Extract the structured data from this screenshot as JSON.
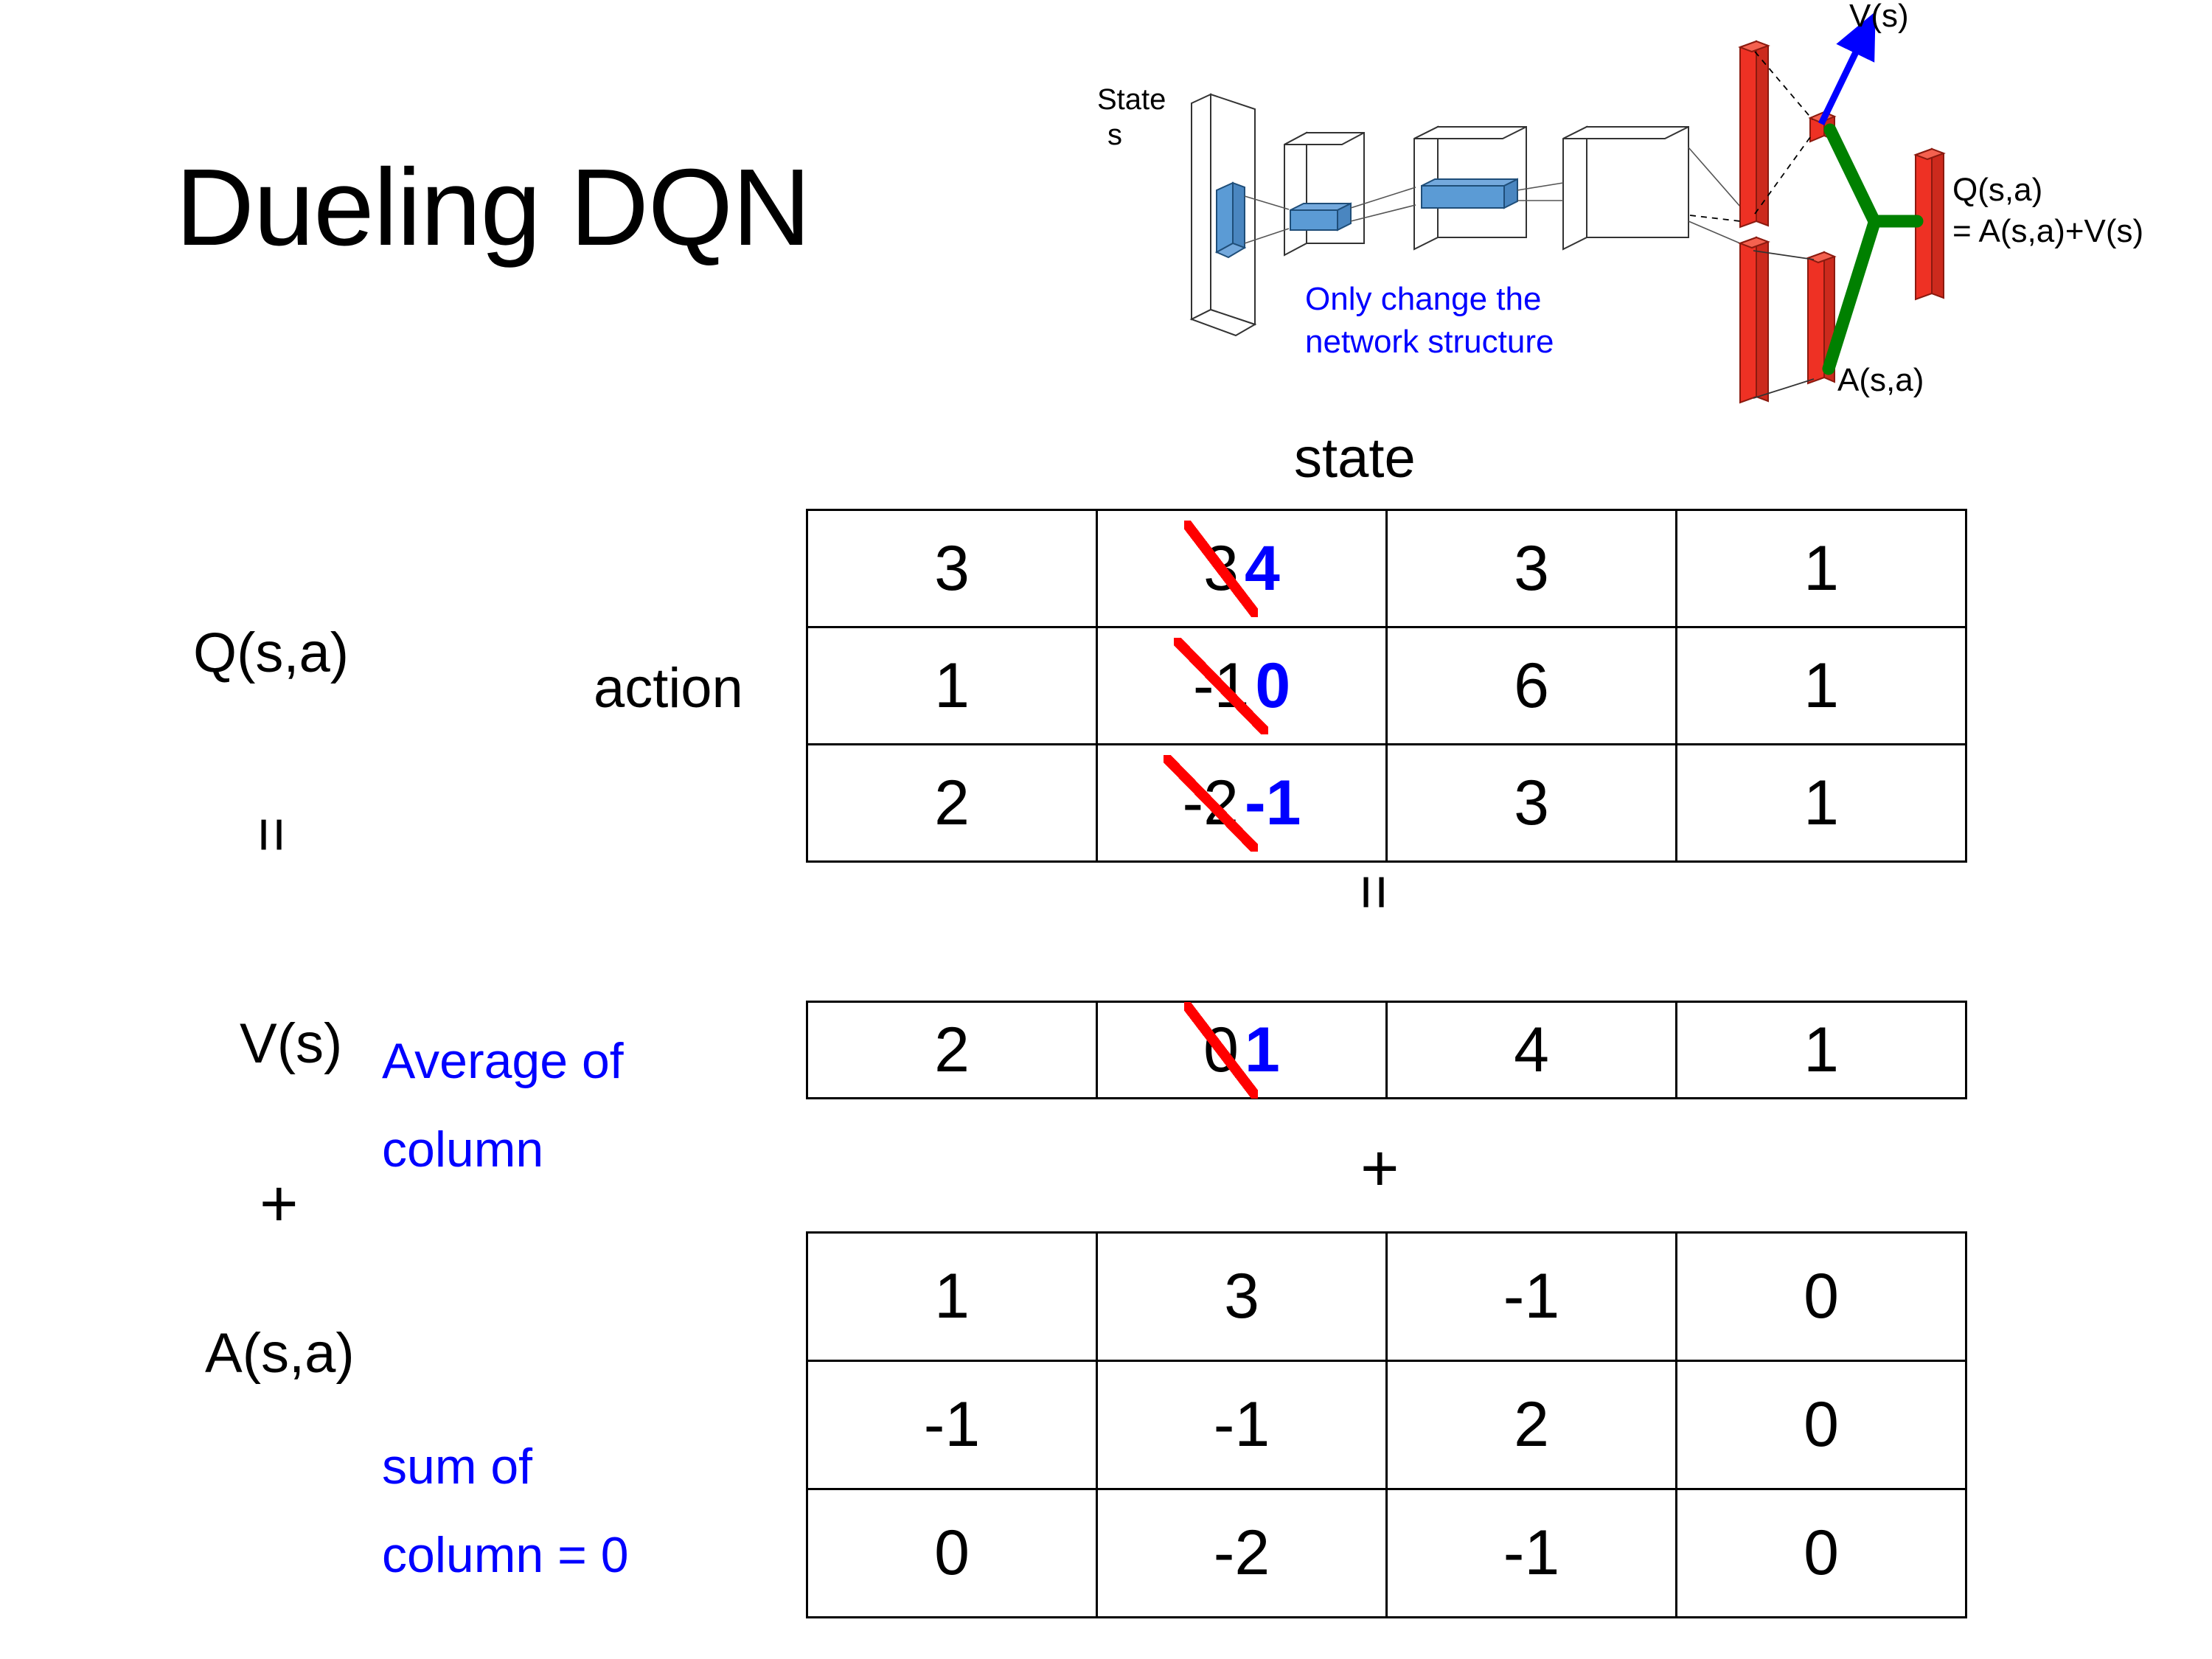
{
  "slide": {
    "title": "Dueling DQN"
  },
  "diagram": {
    "name": "dueling-dqn-network-diagram",
    "state_label_line1": "State",
    "state_label_line2": "s",
    "note_line1": "Only change the",
    "note_line2": "network structure",
    "v_label": "V(s)",
    "a_label": "A(s,a)",
    "q_label_line1": "Q(s,a)",
    "q_label_line2": "= A(s,a)+V(s)",
    "colors": {
      "note": "#0000ff",
      "value_arrow": "#0000ff",
      "merge": "#008000",
      "output_bar": "#ee3124",
      "conv": "#5b9bd5"
    }
  },
  "labels": {
    "state_axis": "state",
    "action_axis": "action",
    "q_label": "Q(s,a)",
    "v_label": "V(s)",
    "a_label": "A(s,a)",
    "equals_left": "=",
    "equals_mid": "=",
    "plus_left": "+",
    "plus_mid": "+",
    "v_note_line1": "Average of",
    "v_note_line2": "column",
    "a_note_line1": "sum of",
    "a_note_line2": "column = 0",
    "note_color": "#0000ff",
    "strike_color": "#ff0000",
    "new_value_color": "#0000ff"
  },
  "chart_data": {
    "type": "table",
    "title": "Dueling DQN value decomposition tables",
    "xlabel": "state",
    "ylabel": "action",
    "tables": [
      {
        "name": "Q(s,a)",
        "rows": [
          [
            {
              "value": "3"
            },
            {
              "old": "3",
              "new": "4",
              "struck": true
            },
            {
              "value": "3"
            },
            {
              "value": "1"
            }
          ],
          [
            {
              "value": "1"
            },
            {
              "old": "-1",
              "new": "0",
              "struck": true
            },
            {
              "value": "6"
            },
            {
              "value": "1"
            }
          ],
          [
            {
              "value": "2"
            },
            {
              "old": "-2",
              "new": "-1",
              "struck": true
            },
            {
              "value": "3"
            },
            {
              "value": "1"
            }
          ]
        ]
      },
      {
        "name": "V(s)",
        "rows": [
          [
            {
              "value": "2"
            },
            {
              "old": "0",
              "new": "1",
              "struck": true
            },
            {
              "value": "4"
            },
            {
              "value": "1"
            }
          ]
        ]
      },
      {
        "name": "A(s,a)",
        "rows": [
          [
            {
              "value": "1"
            },
            {
              "value": "3"
            },
            {
              "value": "-1"
            },
            {
              "value": "0"
            }
          ],
          [
            {
              "value": "-1"
            },
            {
              "value": "-1"
            },
            {
              "value": "2"
            },
            {
              "value": "0"
            }
          ],
          [
            {
              "value": "0"
            },
            {
              "value": "-2"
            },
            {
              "value": "-1"
            },
            {
              "value": "0"
            }
          ]
        ]
      }
    ]
  }
}
